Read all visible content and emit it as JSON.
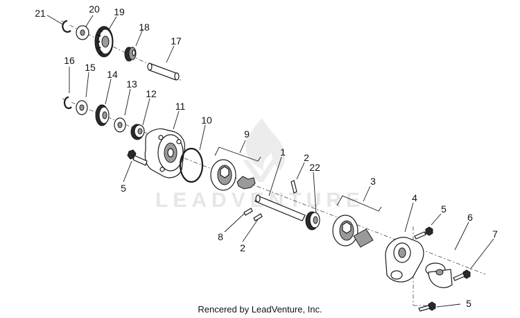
{
  "watermark": {
    "text": "LEADVENTURE",
    "color": "#e6e6e6"
  },
  "caption": "Rencered by LeadVenture, Inc.",
  "callouts": [
    {
      "id": "c21",
      "label": "21"
    },
    {
      "id": "c20",
      "label": "20"
    },
    {
      "id": "c19",
      "label": "19"
    },
    {
      "id": "c18",
      "label": "18"
    },
    {
      "id": "c17",
      "label": "17"
    },
    {
      "id": "c16",
      "label": "16"
    },
    {
      "id": "c15",
      "label": "15"
    },
    {
      "id": "c14",
      "label": "14"
    },
    {
      "id": "c13",
      "label": "13"
    },
    {
      "id": "c12",
      "label": "12"
    },
    {
      "id": "c11",
      "label": "11"
    },
    {
      "id": "c10",
      "label": "10"
    },
    {
      "id": "c9",
      "label": "9"
    },
    {
      "id": "c1",
      "label": "1"
    },
    {
      "id": "c2a",
      "label": "2"
    },
    {
      "id": "c22",
      "label": "22"
    },
    {
      "id": "c3",
      "label": "3"
    },
    {
      "id": "c4",
      "label": "4"
    },
    {
      "id": "c5a",
      "label": "5"
    },
    {
      "id": "c5b",
      "label": "5"
    },
    {
      "id": "c6",
      "label": "6"
    },
    {
      "id": "c7",
      "label": "7"
    },
    {
      "id": "c8",
      "label": "8"
    },
    {
      "id": "c2b",
      "label": "2"
    },
    {
      "id": "c5c",
      "label": "5"
    }
  ]
}
